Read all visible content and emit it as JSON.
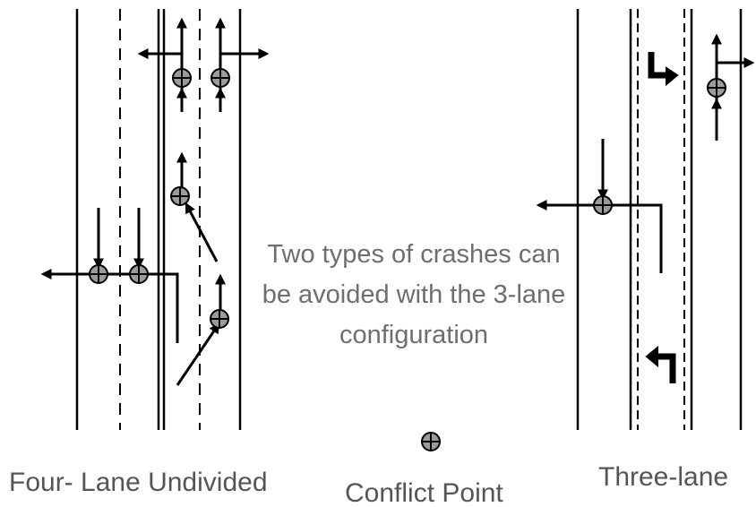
{
  "labels": {
    "four_lane": "Four- Lane Undivided",
    "three_lane": "Three-lane",
    "conflict_point": "Conflict Point"
  },
  "center_note": "Two types of crashes can be avoided with the 3-lane configuration",
  "icons": {
    "conflict_point": "circle-with-cross-icon",
    "arrow": "arrow-icon",
    "turn_arrow": "turn-arrow-icon"
  },
  "colors": {
    "line": "#000000",
    "conflict_fill": "#9b9b9b",
    "text": "#555555"
  }
}
